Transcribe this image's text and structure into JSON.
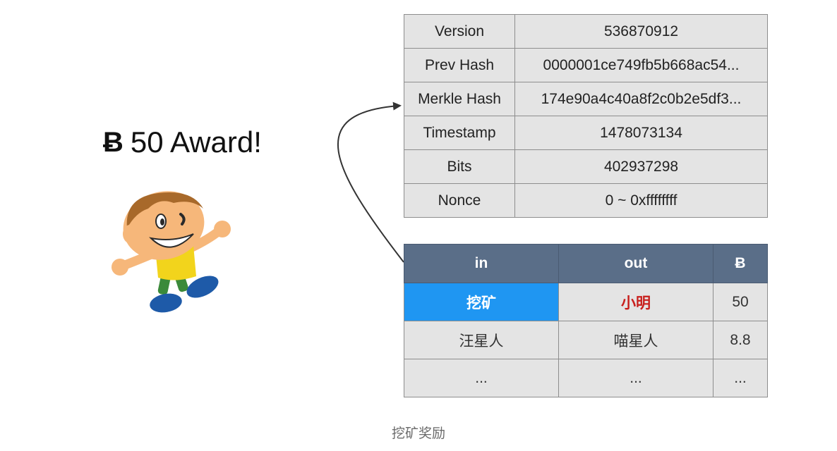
{
  "award": {
    "symbol": "Ƀ",
    "text": "50 Award!"
  },
  "block_header": {
    "rows": [
      {
        "key": "Version",
        "value": "536870912"
      },
      {
        "key": "Prev Hash",
        "value": "0000001ce749fb5b668ac54..."
      },
      {
        "key": "Merkle Hash",
        "value": "174e90a4c40a8f2c0b2e5df3..."
      },
      {
        "key": "Timestamp",
        "value": "1478073134"
      },
      {
        "key": "Bits",
        "value": "402937298"
      },
      {
        "key": "Nonce",
        "value": "0 ~ 0xffffffff"
      }
    ]
  },
  "transactions": {
    "headers": {
      "in": "in",
      "out": "out",
      "amount": "Ƀ"
    },
    "rows": [
      {
        "in": "挖矿",
        "out": "小明",
        "amount": "50"
      },
      {
        "in": "汪星人",
        "out": "喵星人",
        "amount": "8.8"
      },
      {
        "in": "...",
        "out": "...",
        "amount": "..."
      }
    ]
  },
  "caption": "挖矿奖励",
  "colors": {
    "table_cell_bg": "#e4e4e4",
    "table_border": "#8d8d8d",
    "tx_header_bg": "#5a6e88",
    "highlight_bg": "#1f96f2",
    "recipient_text": "#c8201d"
  },
  "icons": {
    "award_symbol": "bitcoin-symbol",
    "cartoon": "happy-boy-illustration",
    "connector": "curved-arrow"
  }
}
